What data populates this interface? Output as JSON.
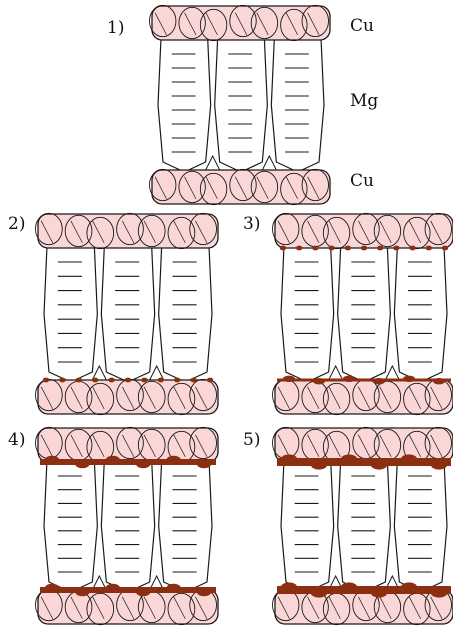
{
  "labels": {
    "copper_top": "Cu",
    "magnesium": "Mg",
    "copper_bottom": "Cu"
  },
  "colors": {
    "cu_fill": "#fad6d6",
    "mg_fill": "#ffffff",
    "ink": "#1a1a1a",
    "reaction": "#8b2e12"
  },
  "stages": [
    {
      "number": "1)",
      "growth": 0
    },
    {
      "number": "2)",
      "growth": 1
    },
    {
      "number": "3)",
      "growth": 2
    },
    {
      "number": "4)",
      "growth": 3
    },
    {
      "number": "5)",
      "growth": 4
    }
  ]
}
